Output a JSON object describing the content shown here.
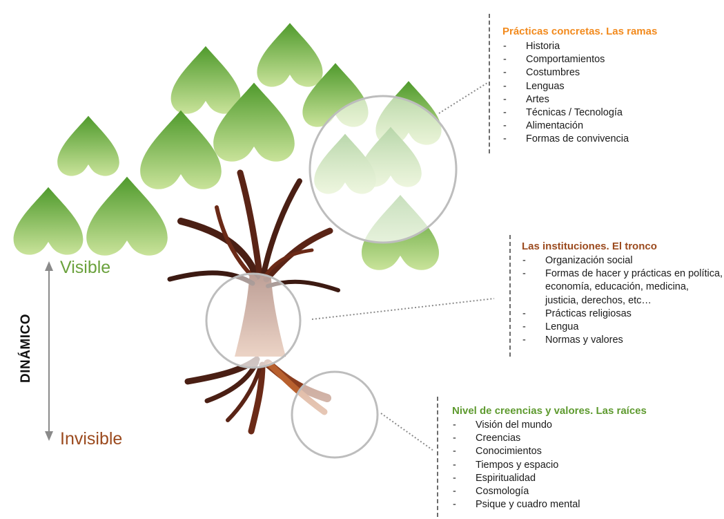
{
  "colors": {
    "leaf_dark": "#4f9a2c",
    "leaf_light": "#c9e39a",
    "trunk": "#8a3d1e",
    "branch_dark": "#4a1f14",
    "title_ramas": "#f28a1d",
    "title_tronco": "#9b4a1e",
    "title_raices": "#5e9a2f",
    "visible": "#6aa13c",
    "invisible": "#9b4a1e"
  },
  "axis": {
    "visible": "Visible",
    "invisible": "Invisible",
    "dinamico": "DINÁMICO"
  },
  "ramas": {
    "title": "Prácticas concretas. Las ramas",
    "items": [
      "Historia",
      "Comportamientos",
      "Costumbres",
      "Lenguas",
      "Artes",
      "Técnicas / Tecnología",
      "Alimentación",
      "Formas de convivencia"
    ]
  },
  "tronco": {
    "title": "Las instituciones. El tronco",
    "items": [
      "Organización social",
      "Formas de hacer y prácticas en política, economía, educación, medicina, justicia, derechos, etc…",
      "Prácticas religiosas",
      "Lengua",
      "Normas y valores"
    ]
  },
  "raices": {
    "title": "Nivel de creencias y valores. Las raíces",
    "items": [
      "Visión del mundo",
      "Creencias",
      "Conocimientos",
      "Tiempos y espacio",
      "Espiritualidad",
      "Cosmología",
      "Psique y cuadro mental"
    ]
  }
}
